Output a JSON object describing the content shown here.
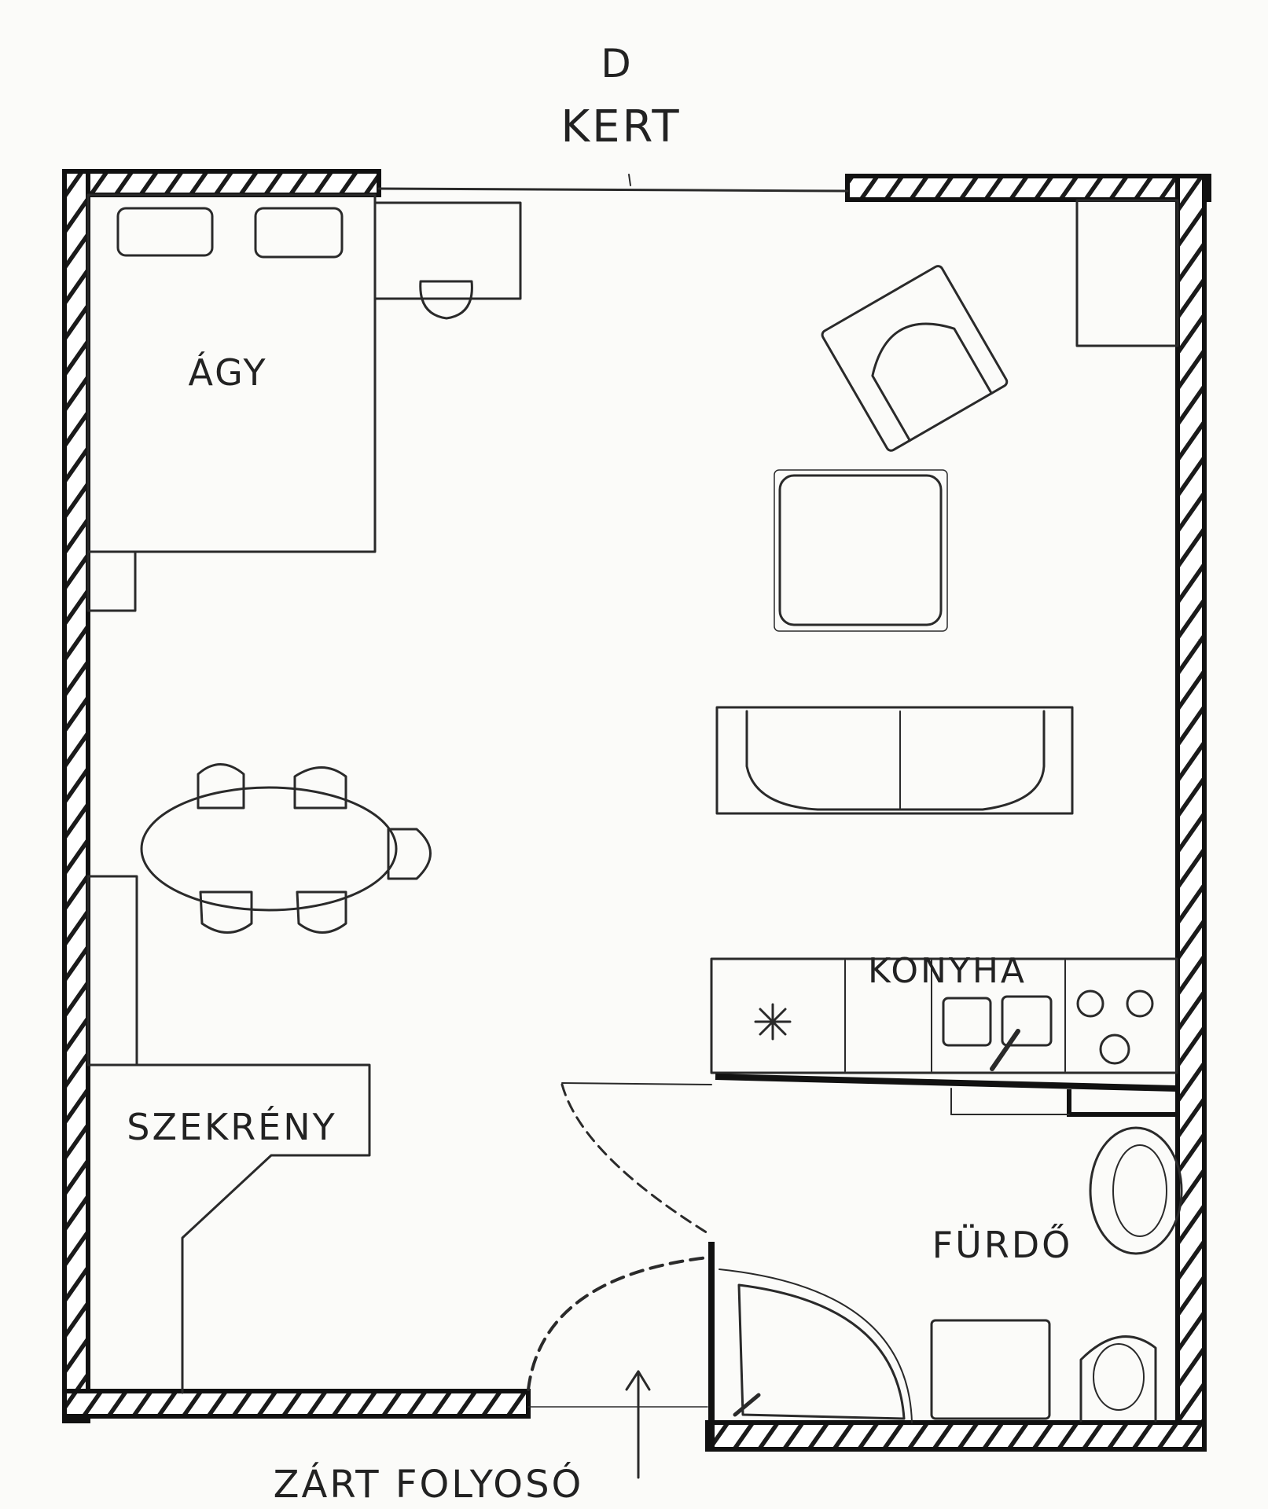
{
  "compass": {
    "direction": "D",
    "outside_top": "KERT"
  },
  "rooms": {
    "bed": "ÁGY",
    "wardrobe": "SZEKRÉNY",
    "kitchen": "KONYHA",
    "bathroom": "FÜRDŐ"
  },
  "entrance": {
    "label": "ZÁRT FOLYOSÓ"
  },
  "colors": {
    "ink": "#2a2a2a",
    "paper": "#fbfbf9"
  }
}
